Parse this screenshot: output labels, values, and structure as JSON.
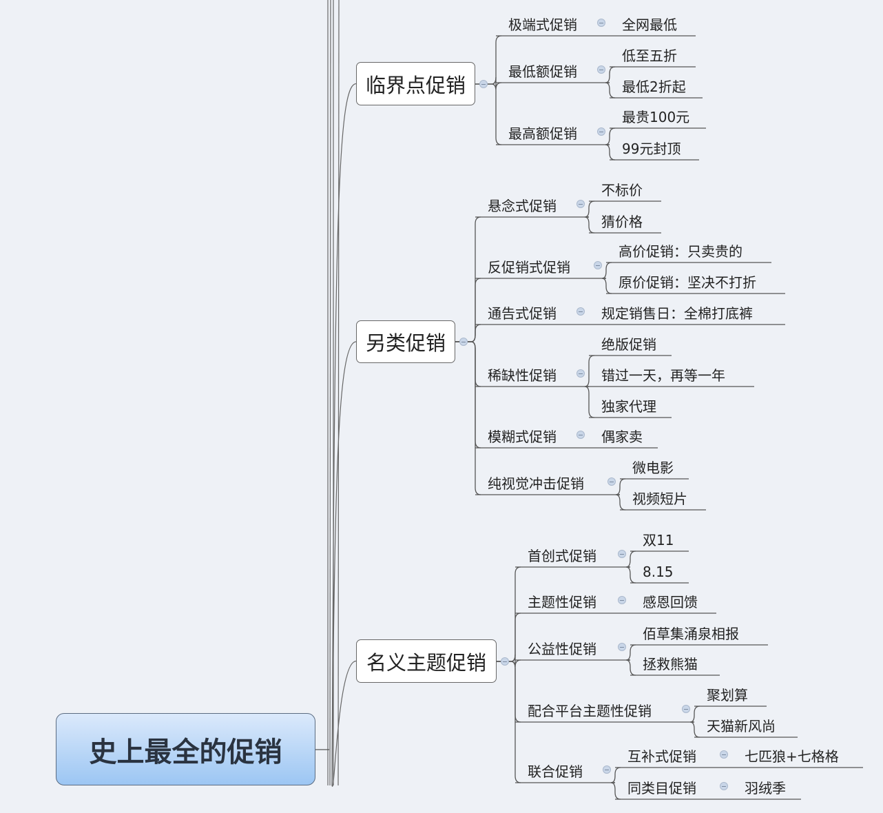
{
  "root": {
    "label": "史上最全的促销"
  },
  "branches": [
    {
      "label": "临界点促销",
      "children": [
        {
          "label": "极端式促销",
          "children": [
            {
              "label": "全网最低"
            }
          ]
        },
        {
          "label": "最低额促销",
          "children": [
            {
              "label": "低至五折"
            },
            {
              "label": "最低2折起"
            }
          ]
        },
        {
          "label": "最高额促销",
          "children": [
            {
              "label": "最贵100元"
            },
            {
              "label": "99元封顶"
            }
          ]
        }
      ]
    },
    {
      "label": "另类促销",
      "children": [
        {
          "label": "悬念式促销",
          "children": [
            {
              "label": "不标价"
            },
            {
              "label": "猜价格"
            }
          ]
        },
        {
          "label": "反促销式促销",
          "children": [
            {
              "label": "高价促销：只卖贵的"
            },
            {
              "label": "原价促销：坚决不打折"
            }
          ]
        },
        {
          "label": "通告式促销",
          "children": [
            {
              "label": "规定销售日：全棉打底裤"
            }
          ]
        },
        {
          "label": "稀缺性促销",
          "children": [
            {
              "label": "绝版促销"
            },
            {
              "label": "错过一天，再等一年"
            },
            {
              "label": "独家代理"
            }
          ]
        },
        {
          "label": "模糊式促销",
          "children": [
            {
              "label": "偶家卖"
            }
          ]
        },
        {
          "label": "纯视觉冲击促销",
          "children": [
            {
              "label": "微电影"
            },
            {
              "label": "视频短片"
            }
          ]
        }
      ]
    },
    {
      "label": "名义主题促销",
      "children": [
        {
          "label": "首创式促销",
          "children": [
            {
              "label": "双11"
            },
            {
              "label": "8.15"
            }
          ]
        },
        {
          "label": "主题性促销",
          "children": [
            {
              "label": "感恩回馈"
            }
          ]
        },
        {
          "label": "公益性促销",
          "children": [
            {
              "label": "佰草集涌泉相报"
            },
            {
              "label": "拯救熊猫"
            }
          ]
        },
        {
          "label": "配合平台主题性促销",
          "children": [
            {
              "label": "聚划算"
            },
            {
              "label": "天猫新风尚"
            }
          ]
        },
        {
          "label": "联合促销",
          "children": [
            {
              "label": "互补式促销",
              "children": [
                {
                  "label": "七匹狼+七格格"
                }
              ]
            },
            {
              "label": "同类目促销",
              "children": [
                {
                  "label": "羽绒季"
                }
              ]
            }
          ]
        }
      ]
    }
  ]
}
